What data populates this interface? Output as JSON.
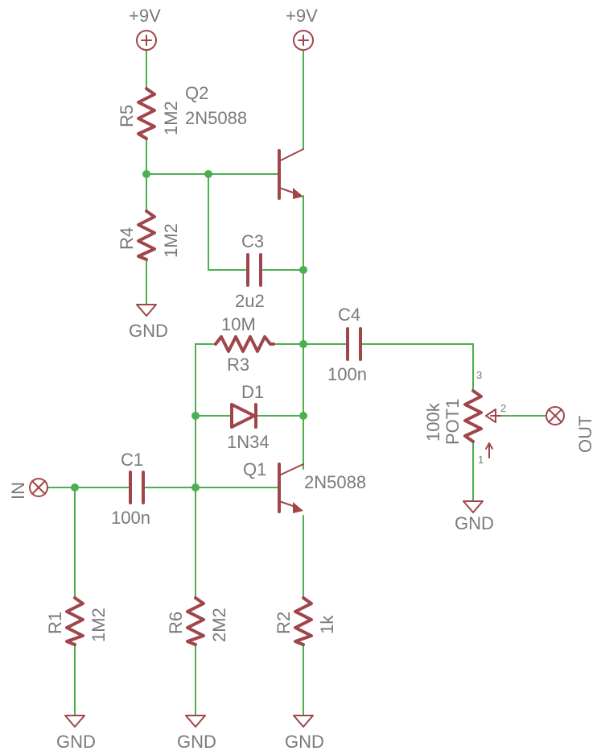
{
  "colors": {
    "wire": "#4caf50",
    "component": "#a0464a",
    "label": "#7a7a7a"
  },
  "supplies": {
    "vcc_left": "+9V",
    "vcc_right": "+9V"
  },
  "grounds": {
    "r4": "GND",
    "r1": "GND",
    "r6": "GND",
    "r2": "GND",
    "pot": "GND"
  },
  "ports": {
    "input": "IN",
    "output": "OUT"
  },
  "q2": {
    "ref": "Q2",
    "value": "2N5088"
  },
  "q1": {
    "ref": "Q1",
    "value": "2N5088"
  },
  "r5": {
    "ref": "R5",
    "value": "1M2"
  },
  "r4": {
    "ref": "R4",
    "value": "1M2"
  },
  "r3": {
    "ref": "R3",
    "value": "10M"
  },
  "r1": {
    "ref": "R1",
    "value": "1M2"
  },
  "r6": {
    "ref": "R6",
    "value": "2M2"
  },
  "r2": {
    "ref": "R2",
    "value": "1k"
  },
  "c3": {
    "ref": "C3",
    "value": "2u2"
  },
  "c4": {
    "ref": "C4",
    "value": "100n"
  },
  "c1": {
    "ref": "C1",
    "value": "100n"
  },
  "d1": {
    "ref": "D1",
    "value": "1N34"
  },
  "pot1": {
    "ref": "POT1",
    "value": "100k",
    "pin1": "1",
    "pin2": "2",
    "pin3": "3"
  }
}
